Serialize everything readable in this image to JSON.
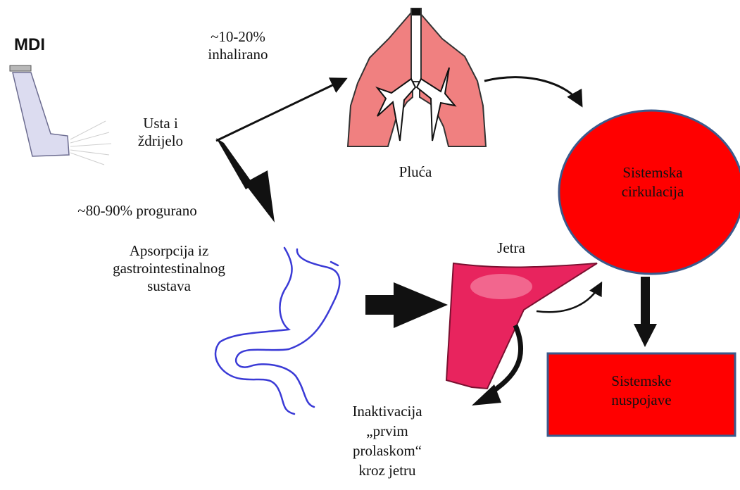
{
  "diagram": {
    "device_label": "MDI",
    "inhaled": [
      "~10-20%",
      "inhalirano"
    ],
    "mouth": [
      "Usta i",
      "ždrijelo"
    ],
    "swallowed": "~80-90% progurano",
    "lungs_label": "Pluća",
    "absorption": [
      "Apsorpcija iz",
      "gastrointestinalnog",
      "sustava"
    ],
    "liver_label": "Jetra",
    "circulation": [
      "Sistemska",
      "cirkulacija"
    ],
    "side_effects": [
      "Sistemske",
      "nuspojave"
    ],
    "inactivation": [
      "Inaktivacija",
      "„prvim",
      "prolaskom“",
      "kroz jetru"
    ]
  },
  "colors": {
    "circulation_fill": "#ff0000",
    "circulation_stroke": "#3b5a8c",
    "side_effects_fill": "#ff0000",
    "side_effects_stroke": "#3b5a8c",
    "lungs_fill": "#f08080",
    "liver_fill": "#e8245e",
    "gi_tract_stroke": "#3a3ad6",
    "inhaler_fill": "#dcdcf0",
    "arrow": "#111111"
  }
}
